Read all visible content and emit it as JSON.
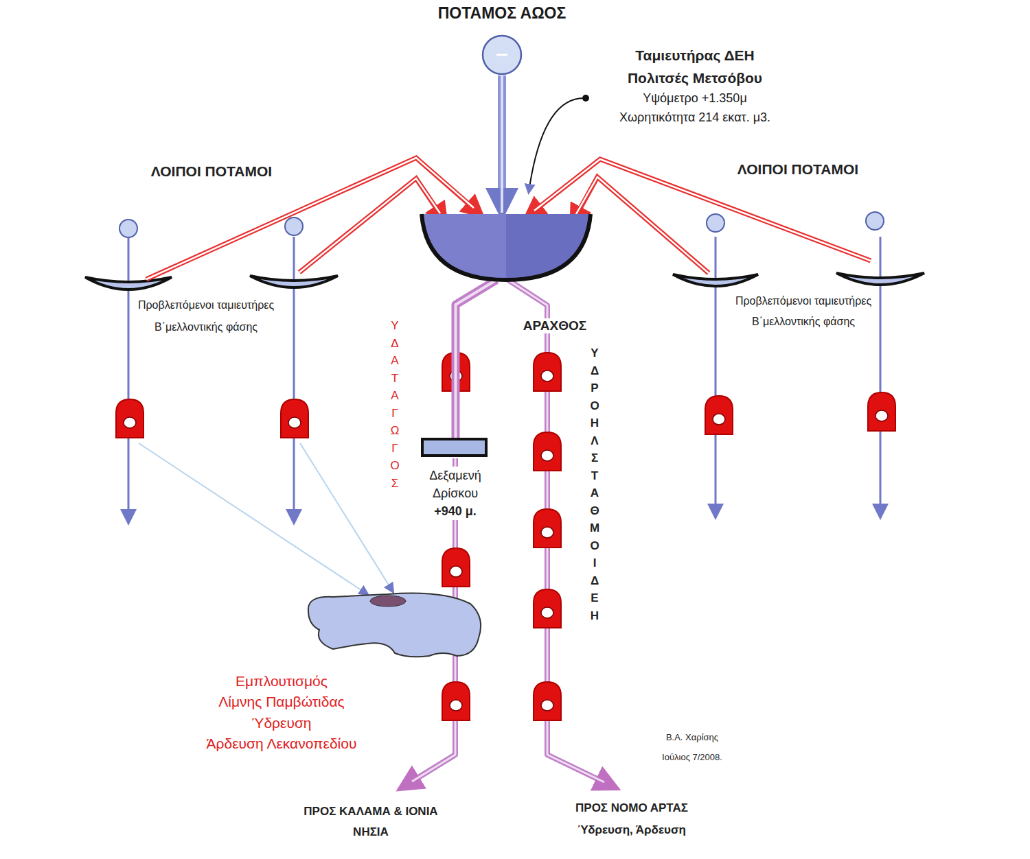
{
  "diagram": {
    "nodes": [
      {
        "text": [
          "ΠΟΤΑΜΟΣ ΑΩΟΣ"
        ]
      },
      {
        "text": [
          "Ταμιευτήρας ΔΕΗ",
          "Πολιτσές Μετσόβου",
          "Υψόμετρο +1.350μ",
          "Χωρητικότητα 214 εκατ. μ3."
        ]
      },
      {
        "text": [
          "Δεξαμενή Δρίσκου",
          "+940 μ."
        ]
      },
      {
        "text": [
          "Εμπλουτισμός",
          "Λίμνης Παμβώτιδας",
          "Ύδρευση",
          "Άρδευση Λεκανοπεδίου"
        ]
      }
    ],
    "edges": [
      {
        "from": 0,
        "to": 1,
        "arrow": "to"
      },
      {
        "from": 1,
        "to": 2,
        "arrow": "none"
      }
    ],
    "labels": [
      "ΛΟΙΠΟΙ ΠΟΤΑΜΟΙ",
      "ΛΟΙΠΟΙ ΠΟΤΑΜΟΙ",
      "Προβλεπόμενοι ταμιευτήρες",
      "Β΄μελλοντικής φάσης",
      "Προβλεπόμενοι ταμιευτήρες",
      "Β΄μελλοντικής φάσης",
      "ΥΔΑΤΑΓΩΓΟΣ",
      "ΑΡΑΧΘΟΣ",
      "ΥΔΡΟΗΛ ΣΤΑΘΜΟΙ ΔΕΗ",
      "ΠΡΟΣ ΚΑΛΑΜΑ & ΙΟΝΙΑ ΝΗΣΙΑ",
      "ΠΡΟΣ ΝΟΜΟ ΑΡΤΑΣ",
      "Ύδρευση, Άρδευση",
      "Β.Α. Χαρίσης",
      "Ιούλιος 7/2008."
    ]
  }
}
